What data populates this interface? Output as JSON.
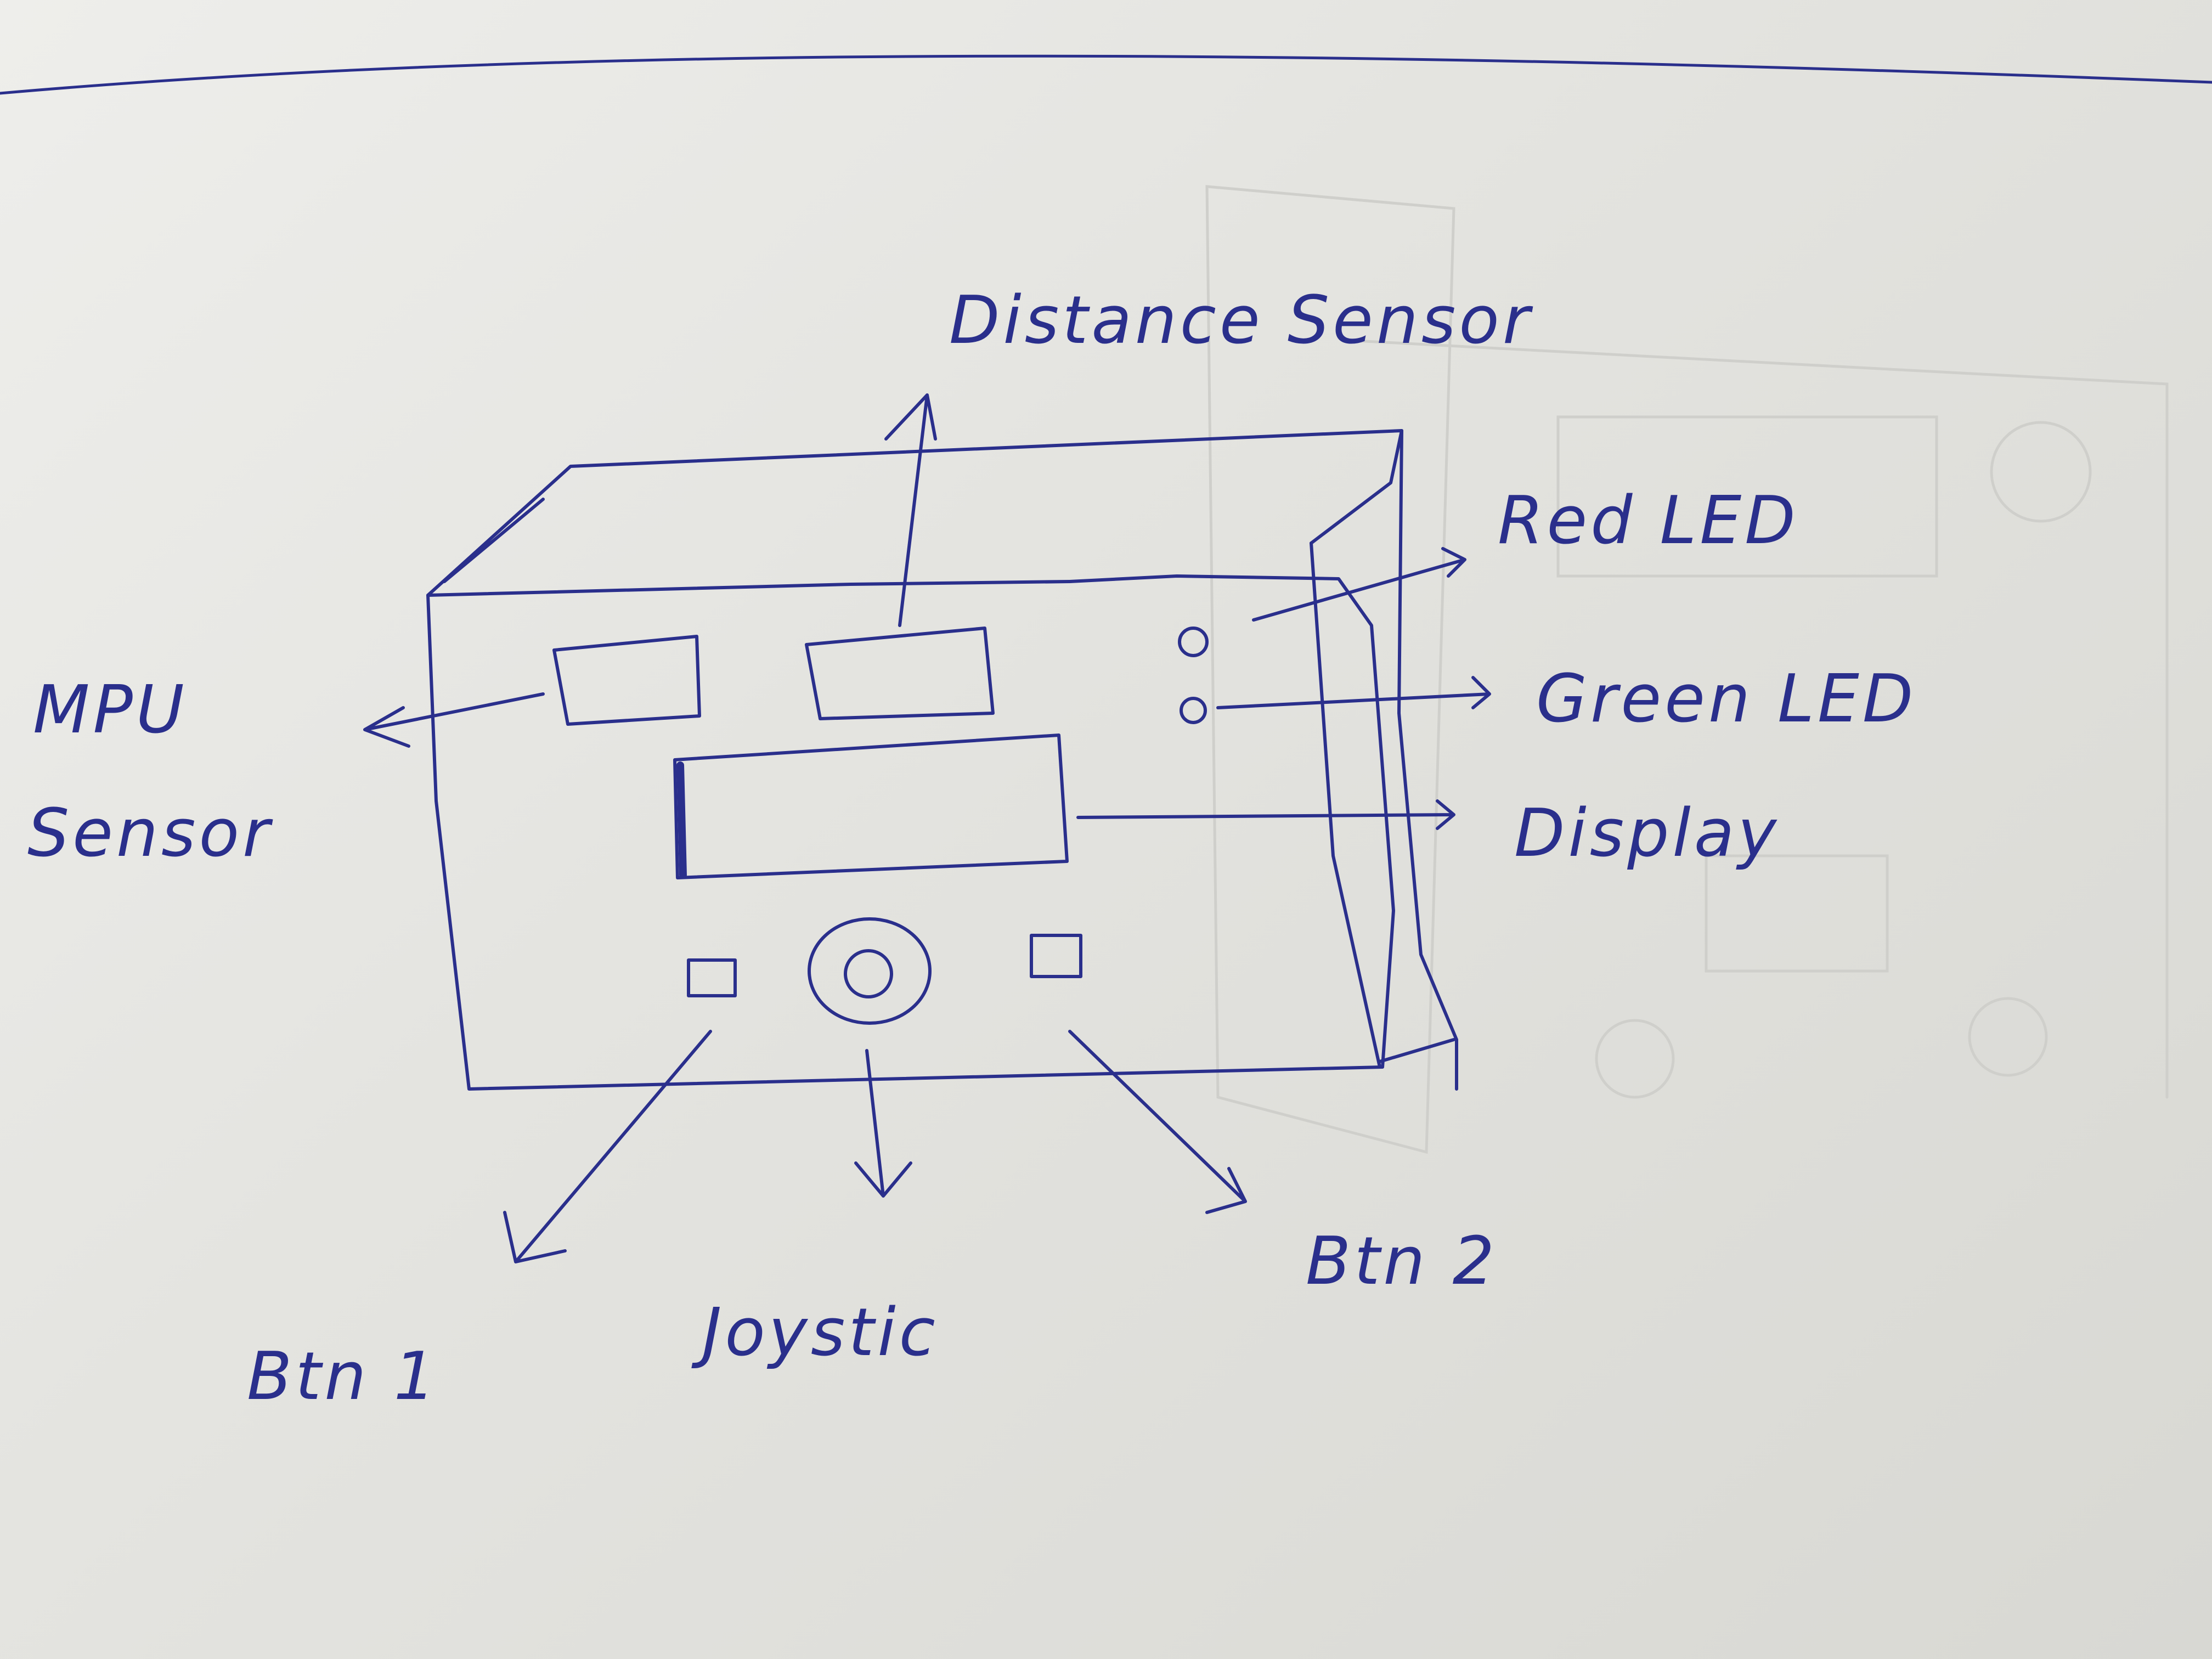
{
  "colors": {
    "ink": "#2a2f8c",
    "paper": "#e6e6e2",
    "ghost": "#cfcfcb"
  },
  "labels": {
    "distance_sensor": "Distance Sensor",
    "red_led": "Red LED",
    "green_led": "Green LED",
    "display": "Display",
    "mpu_sensor_line1": "MPU",
    "mpu_sensor_line2": "Sensor",
    "btn1": "Btn 1",
    "joystick": "Joystic",
    "btn2": "Btn 2"
  }
}
